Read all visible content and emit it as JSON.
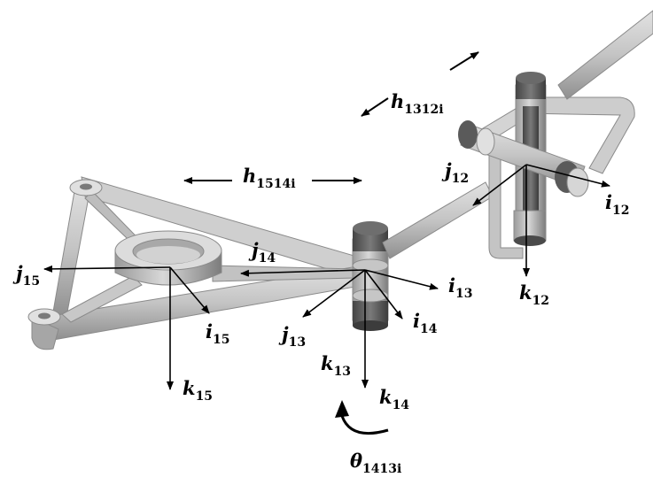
{
  "labels": {
    "h1312": {
      "main": "h",
      "sub": "1312i"
    },
    "h1514": {
      "main": "h",
      "sub": "1514i"
    },
    "j12": {
      "main": "j",
      "sub": "12"
    },
    "i12": {
      "main": "i",
      "sub": "12"
    },
    "k12": {
      "main": "k",
      "sub": "12"
    },
    "j14": {
      "main": "j",
      "sub": "14"
    },
    "i13": {
      "main": "i",
      "sub": "13"
    },
    "j15": {
      "main": "j",
      "sub": "15"
    },
    "i15": {
      "main": "i",
      "sub": "15"
    },
    "k15": {
      "main": "k",
      "sub": "15"
    },
    "j13": {
      "main": "j",
      "sub": "13"
    },
    "i14": {
      "main": "i",
      "sub": "14"
    },
    "k13": {
      "main": "k",
      "sub": "13"
    },
    "k14": {
      "main": "k",
      "sub": "14"
    },
    "theta": {
      "main": "θ",
      "sub": "1413i"
    }
  },
  "colors": {
    "body_light": "#d6d6d6",
    "body_mid": "#b9b9b9",
    "body_dark": "#8e8e8e",
    "joint_dark": "#5a5a5a",
    "ink": "#000000"
  }
}
